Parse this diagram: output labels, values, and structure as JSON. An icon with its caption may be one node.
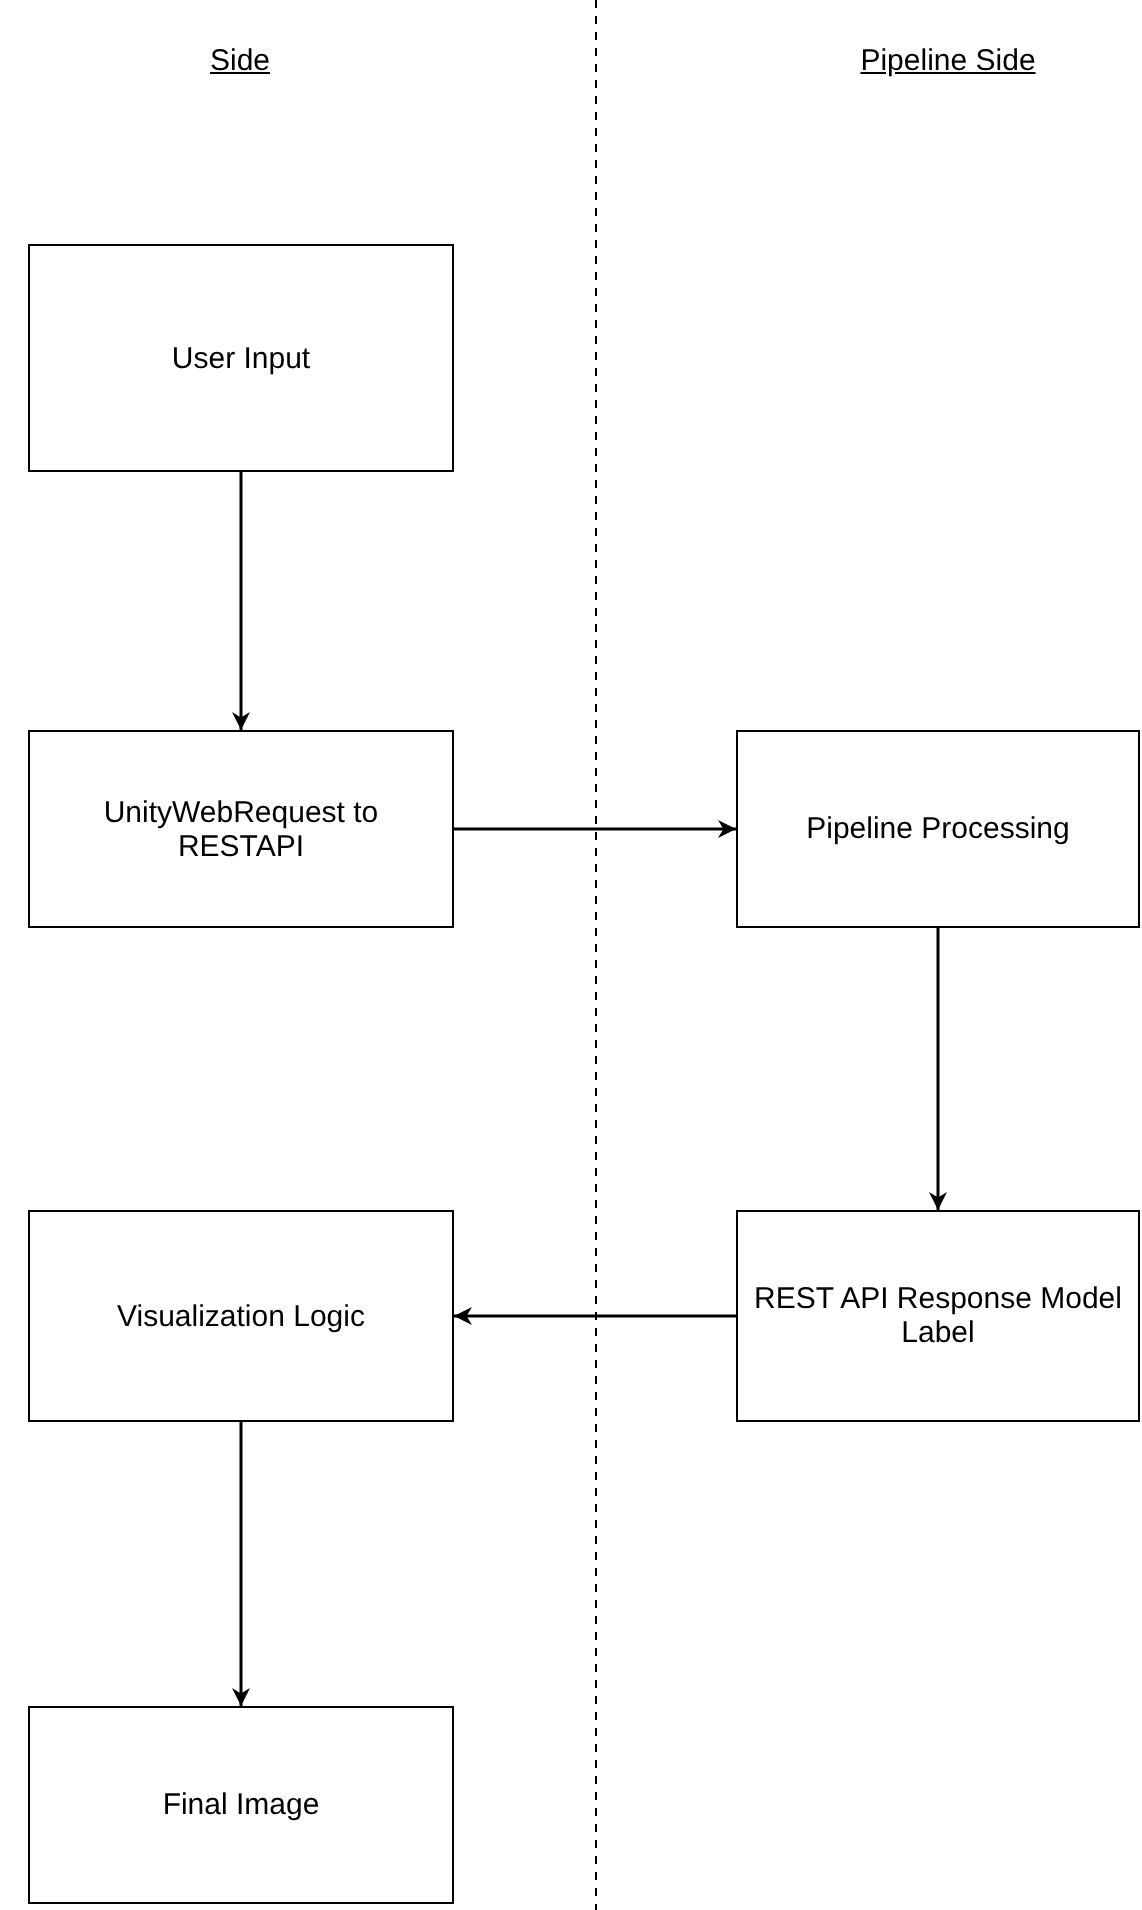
{
  "diagram": {
    "nodes": [
      {
        "text": [
          "User Input"
        ]
      },
      {
        "text": [
          "UnityWebRequest to RESTAPI"
        ]
      },
      {
        "text": [
          "Pipeline Processing"
        ]
      },
      {
        "text": [
          "REST API Response Model Label"
        ]
      },
      {
        "text": [
          "Visualization Logic"
        ]
      },
      {
        "text": [
          "Final Image"
        ]
      }
    ],
    "edges": [
      {
        "from": 0,
        "to": 1,
        "arrow": "to"
      },
      {
        "from": 1,
        "to": 2,
        "arrow": "to"
      },
      {
        "from": 2,
        "to": 3,
        "arrow": "to"
      },
      {
        "from": 3,
        "to": 4,
        "arrow": "to"
      },
      {
        "from": 4,
        "to": 5,
        "arrow": "to"
      }
    ],
    "labels": [
      "Side",
      "Pipeline Side"
    ]
  }
}
